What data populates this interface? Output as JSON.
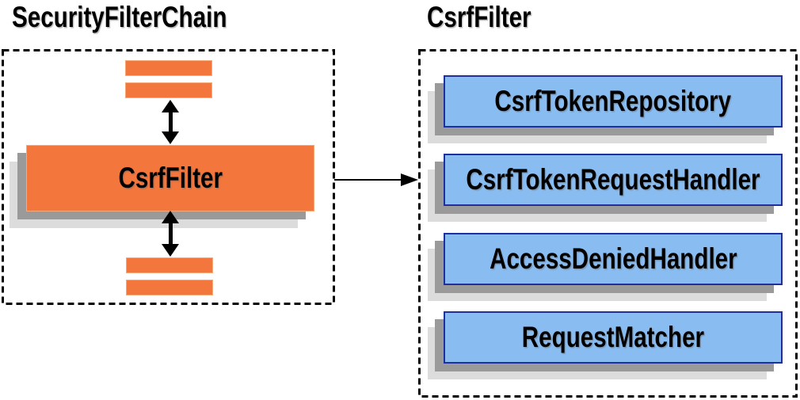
{
  "left_panel": {
    "title": "SecurityFilterChain",
    "csrf_filter_label": "CsrfFilter"
  },
  "right_panel": {
    "title": "CsrfFilter",
    "components": [
      "CsrfTokenRepository",
      "CsrfTokenRequestHandler",
      "AccessDeniedHandler",
      "RequestMatcher"
    ]
  },
  "colors": {
    "orange_fill": "#F3763C",
    "orange_edge": "#F9A878",
    "blue_fill": "#89BCF0",
    "blue_border": "#1F2F9D",
    "shadow_dark": "#9A9A9A",
    "shadow_light": "#DCDCDC",
    "line_color": "#000000"
  }
}
